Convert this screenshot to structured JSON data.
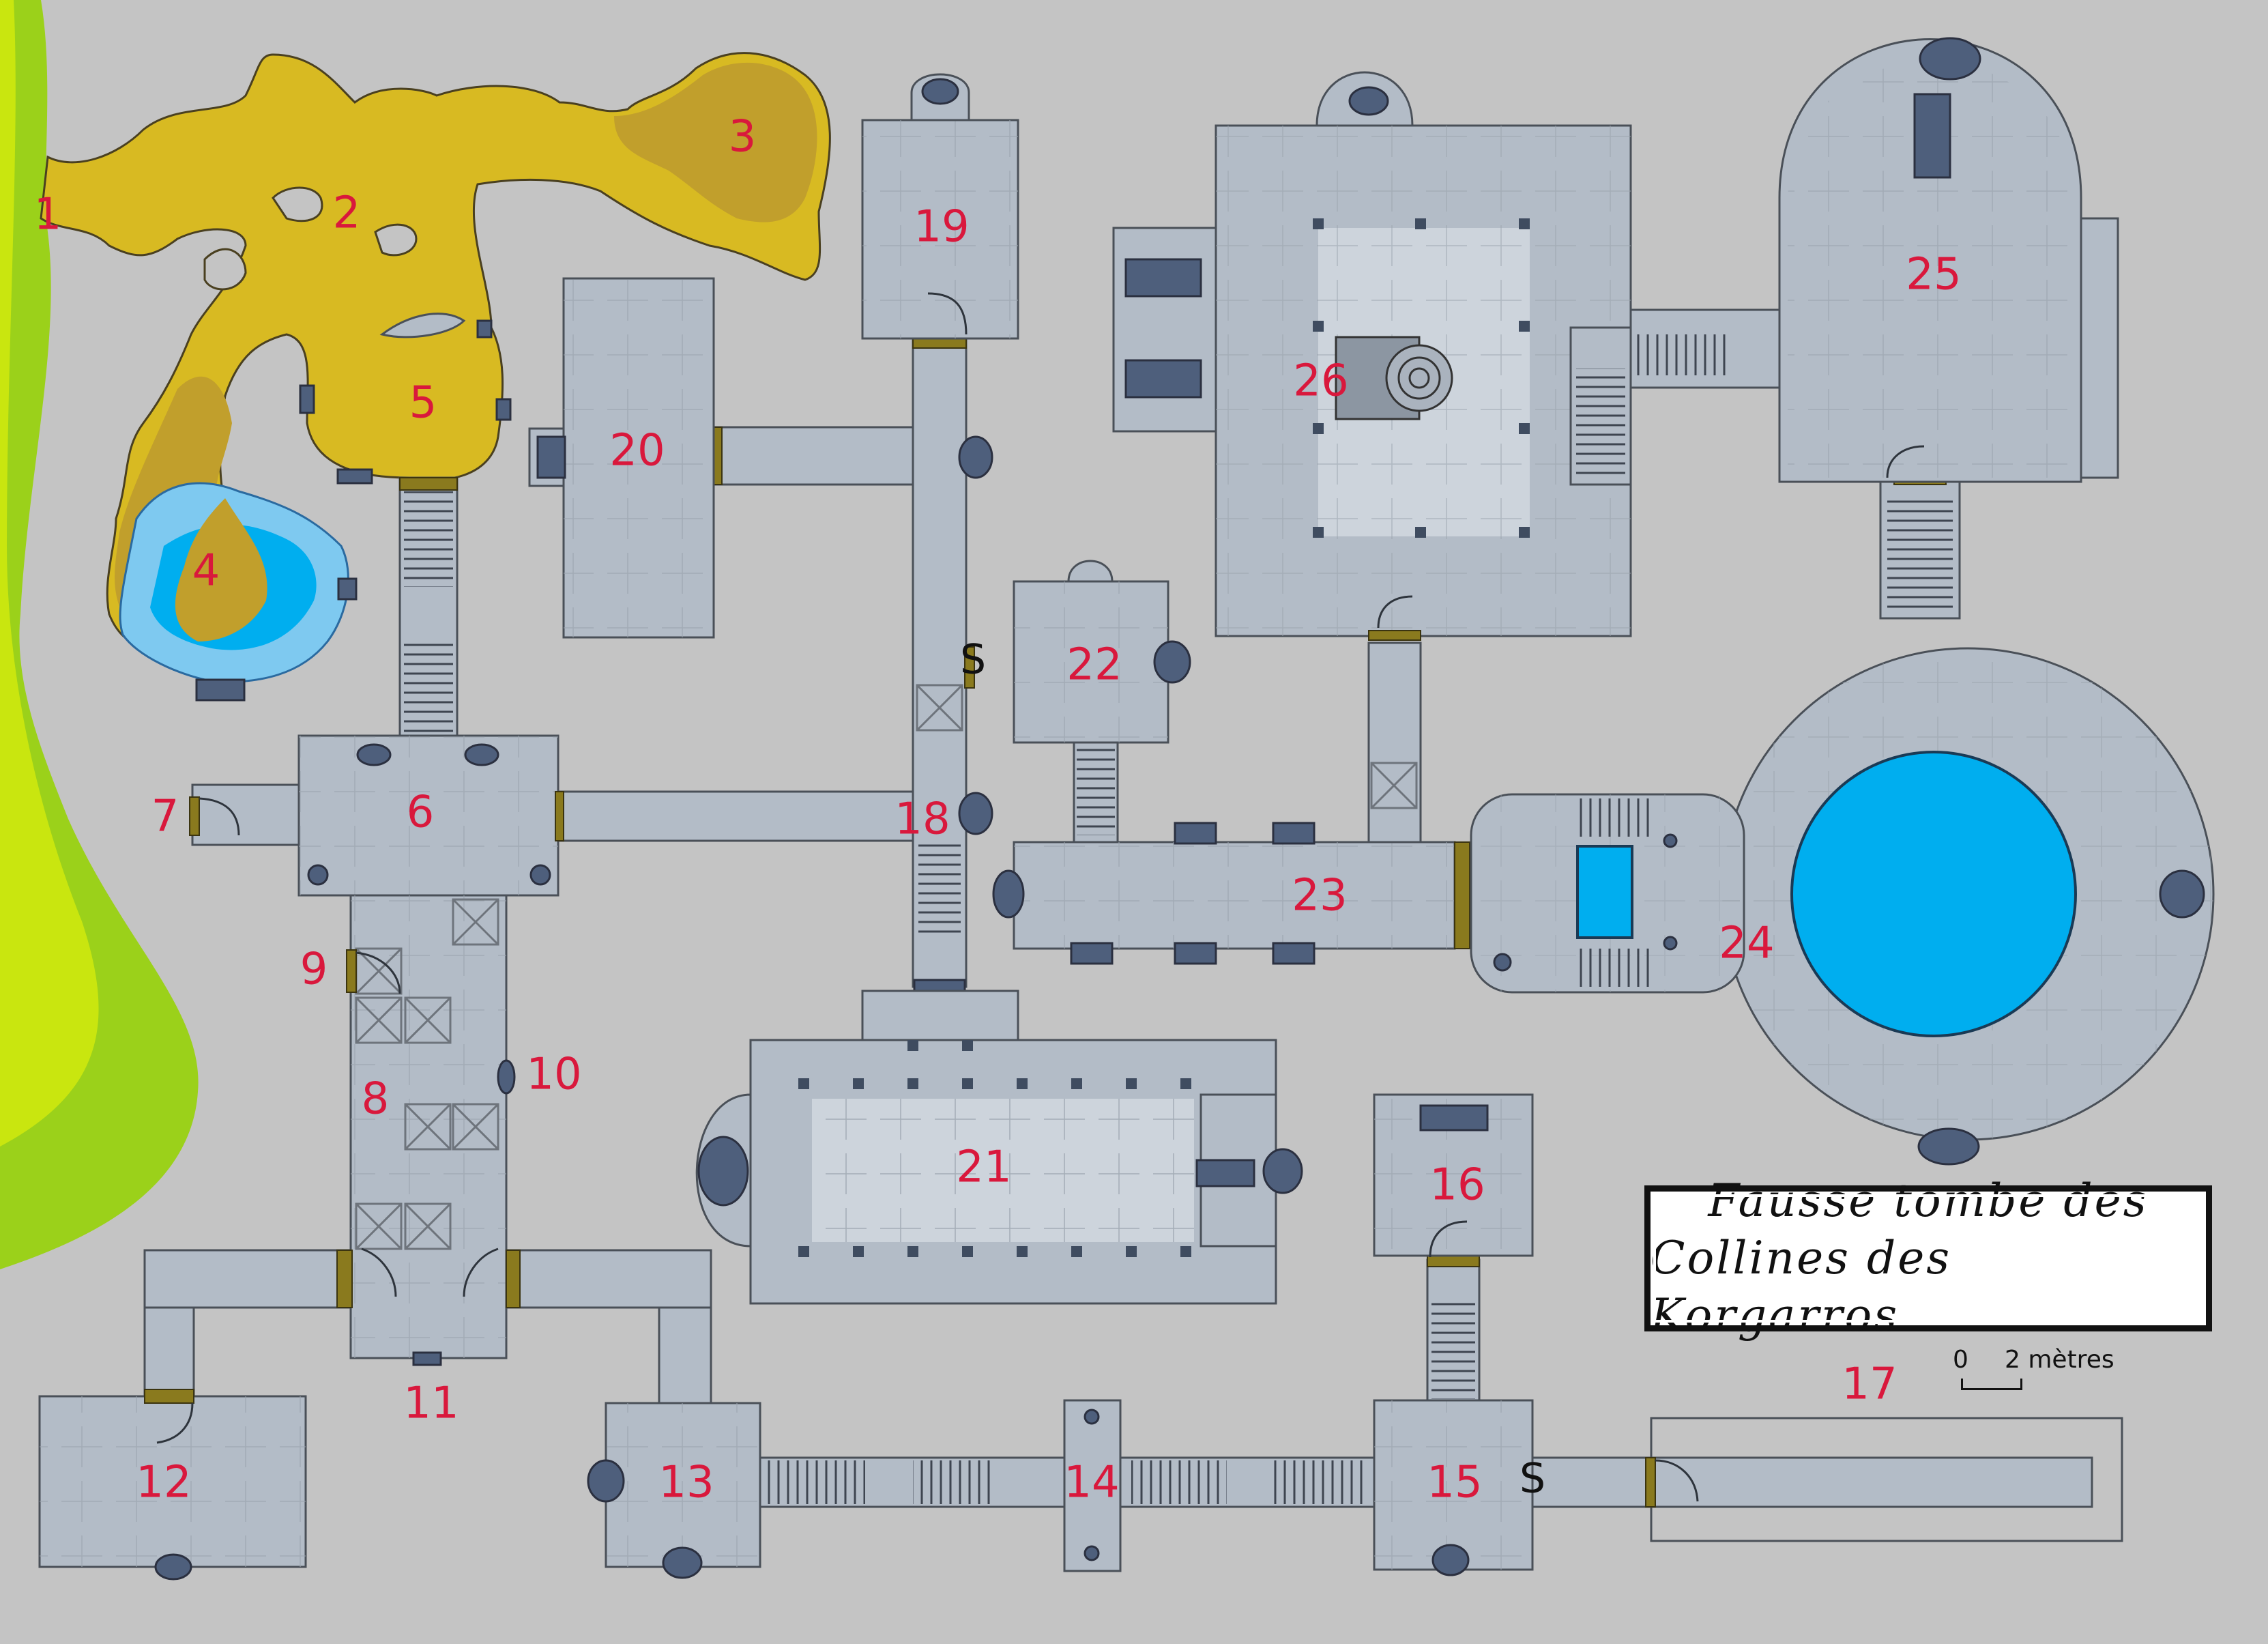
{
  "map": {
    "title_line1": "Fausse tombe des",
    "title_line2": "Collines des Korgarros",
    "scale": {
      "zero": "0",
      "label": "2 mètres"
    },
    "secret_door_symbol": "S",
    "rooms": [
      "1",
      "2",
      "3",
      "4",
      "5",
      "6",
      "7",
      "8",
      "9",
      "10",
      "11",
      "12",
      "13",
      "14",
      "15",
      "16",
      "17",
      "18",
      "19",
      "20",
      "21",
      "22",
      "23",
      "24",
      "25",
      "26"
    ],
    "colors": {
      "background": "#c4c4c4",
      "stone_floor": "#b3bcc7",
      "cave": "#d8ba22",
      "water": "#00aeef",
      "grass": "#9bd11a",
      "label": "#d9183c"
    }
  }
}
